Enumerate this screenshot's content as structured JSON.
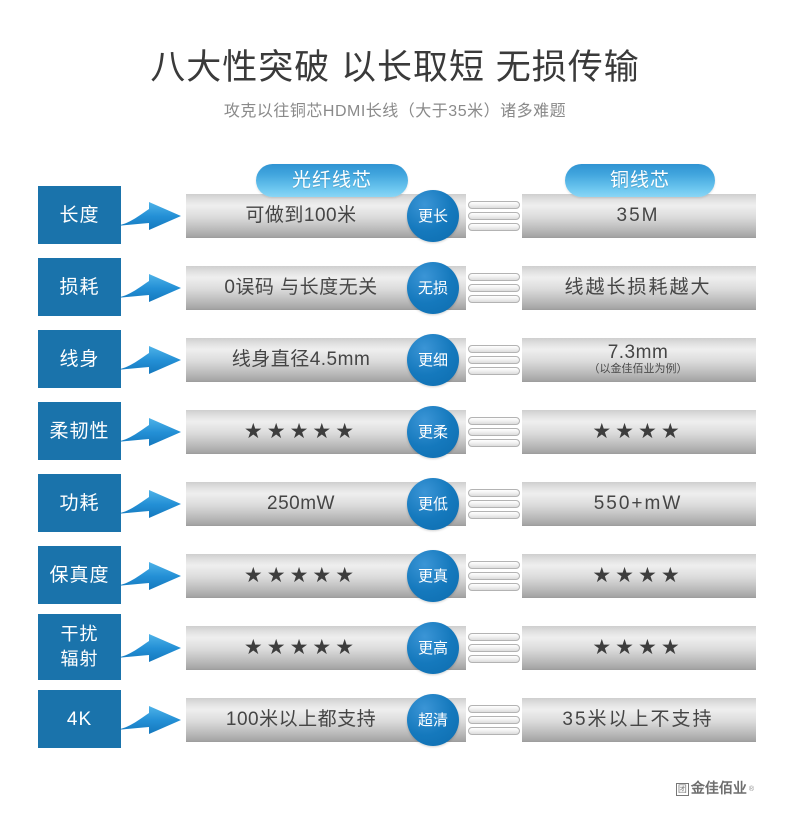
{
  "header": {
    "title": "八大性突破 以长取短 无损传输",
    "subtitle": "攻克以往铜芯HDMI长线（大于35米）诸多难题"
  },
  "columns": {
    "left_pill": "光纤线芯",
    "right_pill": "铜线芯"
  },
  "rows": [
    {
      "category": "长度",
      "left": "可做到100米",
      "tag": "更长",
      "right": "35M",
      "right_sub": ""
    },
    {
      "category": "损耗",
      "left": "0误码 与长度无关",
      "tag": "无损",
      "right": "线越长损耗越大",
      "right_sub": ""
    },
    {
      "category": "线身",
      "left": "线身直径4.5mm",
      "tag": "更细",
      "right": "7.3mm",
      "right_sub": "（以金佳佰业为例）"
    },
    {
      "category": "柔韧性",
      "left": "★★★★★",
      "tag": "更柔",
      "right": "★★★★",
      "right_sub": ""
    },
    {
      "category": "功耗",
      "left": "250mW",
      "tag": "更低",
      "right": "550+mW",
      "right_sub": ""
    },
    {
      "category": "保真度",
      "left": "★★★★★",
      "tag": "更真",
      "right": "★★★★",
      "right_sub": ""
    },
    {
      "category": "干扰\n辐射",
      "left": "★★★★★",
      "tag": "更高",
      "right": "★★★★",
      "right_sub": ""
    },
    {
      "category": "4K",
      "left": "100米以上都支持",
      "tag": "超清",
      "right": "35米以上不支持",
      "right_sub": ""
    }
  ],
  "ratings": {
    "左_柔韧性": 5,
    "右_柔韧性": 4,
    "左_保真度": 5,
    "右_保真度": 4,
    "左_干扰辐射": 5,
    "右_干扰辐射": 4
  },
  "footer": {
    "logo_mark": "团",
    "logo_text": "金佳佰业",
    "logo_registered": "®"
  },
  "colors": {
    "category_blue": "#1a73ab",
    "tag_blue": "#1579bd",
    "pill_blue_top": "#2f93d2",
    "pill_blue_bottom": "#8ad6f5",
    "arrow_blue": "#1f8ed4",
    "bar_grey_light": "#efefef",
    "bar_grey_dark": "#9b9b9b",
    "title_color": "#3a3a3a",
    "subtitle_color": "#8a8a8a"
  }
}
